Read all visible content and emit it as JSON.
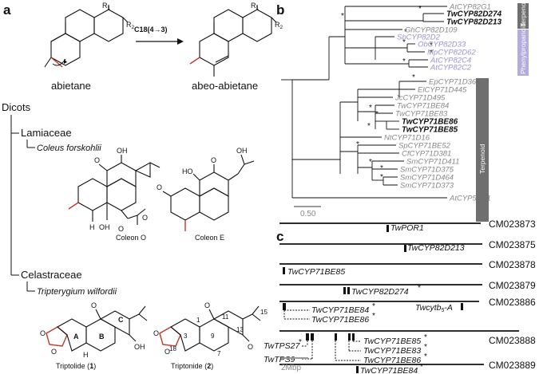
{
  "panels": {
    "a": "a",
    "b": "b",
    "c": "c"
  },
  "panel_a": {
    "R1": "R",
    "R1_sub": "1",
    "R2": "R",
    "R2_sub": "2",
    "reaction": "C18(4→3)",
    "abietane": "abietane",
    "abeo_abietane": "abeo-abietane",
    "dicots": "Dicots",
    "family1": "Lamiaceae",
    "species1": "Coleus forskohlii",
    "compound1": "Coleon O",
    "compound2": "Coleon E",
    "family2": "Celastraceae",
    "species2": "Tripterygium wilfordii",
    "compound3": "Triptolide (",
    "compound3_num": "1",
    "compound4": "Triptonide (",
    "compound4_num": "2",
    "close_paren": ")",
    "atoms": {
      "O": "O",
      "OH": "OH",
      "HO": "HO",
      "H": "H",
      "A": "A",
      "B": "B",
      "C": "C",
      "n1": "1",
      "n3": "3",
      "n7": "7",
      "n9": "9",
      "n11": "11",
      "n13": "13",
      "n15": "15",
      "n18": "18"
    }
  },
  "panel_b": {
    "leaves": [
      {
        "label": "AtCYP82G1",
        "style": "grey"
      },
      {
        "label": "TwCYP82D274",
        "style": "bold"
      },
      {
        "label": "TwCYP82D213",
        "style": "bold"
      },
      {
        "label": "GhCYP82D109",
        "style": "grey"
      },
      {
        "label": "SbCYP82D2",
        "style": "purple"
      },
      {
        "label": "ObCYP82D33",
        "style": "purple"
      },
      {
        "label": "MpCYP82D62",
        "style": "purple"
      },
      {
        "label": "AtCYP82C4",
        "style": "purple"
      },
      {
        "label": "AtCYP82C2",
        "style": "purple"
      },
      {
        "label": "EpCYP71D365",
        "style": "grey"
      },
      {
        "label": "ElCYP71D445",
        "style": "grey"
      },
      {
        "label": "JcCYP71D495",
        "style": "grey"
      },
      {
        "label": "TwCYP71BE84",
        "style": "grey"
      },
      {
        "label": "TwCYP71BE83",
        "style": "grey"
      },
      {
        "label": "TwCYP71BE86",
        "style": "bold"
      },
      {
        "label": "TwCYP71BE85",
        "style": "bold"
      },
      {
        "label": "NtCYP71D16",
        "style": "grey"
      },
      {
        "label": "SpCYP71BE52",
        "style": "grey"
      },
      {
        "label": "CfCYP71D381",
        "style": "grey"
      },
      {
        "label": "SmCYP71D411",
        "style": "grey"
      },
      {
        "label": "SmCYP71D375",
        "style": "grey"
      },
      {
        "label": "SmCYP71D464",
        "style": "grey"
      },
      {
        "label": "SmCYP71D373",
        "style": "grey"
      },
      {
        "label": "AtCYP51G1",
        "style": "grey"
      }
    ],
    "star": "*",
    "bar_terpenoid_small": "Terpenoid",
    "bar_phenylpropanoid": "Phenylpropanoid",
    "bar_terpenoid": "Terpenoid",
    "scale_label": "0.50",
    "colors": {
      "purple": "#9b93cf",
      "grey_bar": "#6f6f6f",
      "purple_bar": "#b3addd"
    }
  },
  "panel_c": {
    "chromosomes": [
      "CM023873",
      "CM023875",
      "CM023878",
      "CM023879",
      "CM023886",
      "CM023888",
      "CM023889"
    ],
    "genes": {
      "g1": "TwPOR1",
      "g2": "TwCYP82D213",
      "g3": "TwCYP71BE85",
      "g4": "TwCYP82D274",
      "g5": "TwCYP71BE84",
      "g6": "TwCYP71BE86",
      "g7": "Twcytb",
      "g7_sub": "5",
      "g7_suffix": "-A",
      "g8": "TwTPS27",
      "g9": "TwTPS9",
      "g10": "TwCYP71BE85",
      "g11": "TwCYP71BE83",
      "g12": "TwCYP71BE86",
      "g13": "TwCYP71BE84"
    },
    "star": "*",
    "scale_label": "2Mbp"
  }
}
